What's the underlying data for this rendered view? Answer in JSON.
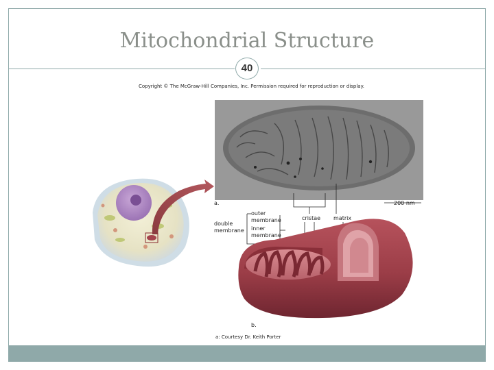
{
  "slide": {
    "title": "Mitochondrial Structure",
    "page_number": "40",
    "copyright": "Copyright © The McGraw-Hill Companies, Inc. Permission required for reproduction or display."
  },
  "figure": {
    "panel_a_label": "a.",
    "scale_bar_label": "200 nm",
    "panel_b_label": "b.",
    "credit": "a: Courtesy Dr. Keith Porter",
    "labels": {
      "double_membrane": "double membrane",
      "outer_membrane": "outer membrane",
      "inner_membrane": "inner membrane",
      "cristae": "cristae",
      "matrix": "matrix"
    }
  },
  "colors": {
    "frame": "#8fa9a9",
    "title_text": "#8a8f8a",
    "mito_red": "#9b3d47",
    "micrograph_gray": "#8e8e8e"
  }
}
